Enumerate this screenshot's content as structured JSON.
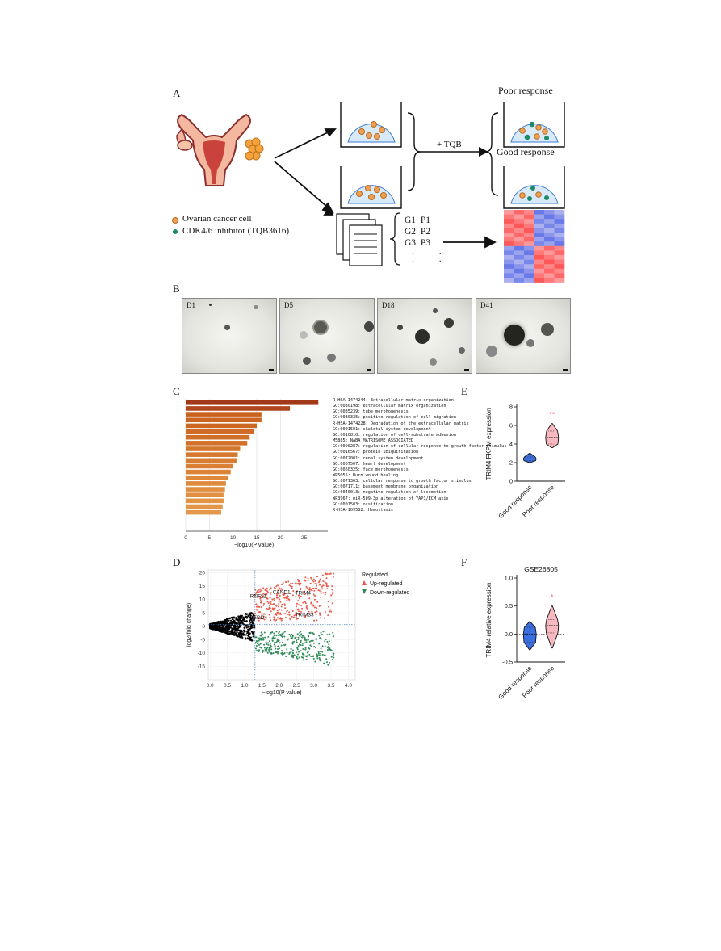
{
  "panels": {
    "a": {
      "label": "A",
      "poor_response": "Poor response",
      "good_response": "Good response",
      "treatment": "+ TQB",
      "legend_cell": "Ovarian cancer cell",
      "legend_inhibitor": "CDK4/6 inhibitor (TQB3616)",
      "gene_list": [
        {
          "g": "G1",
          "p": "P1"
        },
        {
          "g": "G2",
          "p": "P2"
        },
        {
          "g": "G3",
          "p": "P3"
        }
      ],
      "ellipsis": ". .",
      "colors": {
        "cell": "#f0a050",
        "inhibitor": "#1f8a6a",
        "up": "#e8404a",
        "down": "#4a5ad8"
      }
    },
    "b": {
      "label": "B",
      "days": [
        "D1",
        "D5",
        "D18",
        "D41"
      ]
    },
    "c": {
      "label": "C"
    },
    "d": {
      "label": "D"
    },
    "e": {
      "label": "E"
    },
    "f": {
      "label": "F"
    }
  },
  "chart_data": [
    {
      "id": "C",
      "type": "bar",
      "orientation": "horizontal",
      "xlabel": "−log10(P value)",
      "xlim": [
        0,
        30
      ],
      "xticks": [
        0,
        5,
        10,
        15,
        20,
        25
      ],
      "grid": true,
      "categories": [
        "R-HSA-1474244: Extracellular matrix organization",
        "GO:0030198: extracellular matrix organization",
        "GO:0035239: tube morphogenesis",
        "GO:0030335: positive regulation of cell migration",
        "R-HSA-1474228: Degradation of the extracellular matrix",
        "GO:0001501: skeletal system development",
        "GO:0010810: regulation of cell-substrate adhesion",
        "M5885: NABA MATRISOME ASSOCIATED",
        "GO:0090287: regulation of cellular response to growth factor stimulus",
        "GO:0016567: protein ubiquitination",
        "GO:0072001: renal system development",
        "GO:0007507: heart development",
        "GO:0060325: face morphogenesis",
        "WP5055: Burn wound healing",
        "GO:0071363: cellular response to growth factor stimulus",
        "GO:0071711: basement membrane organization",
        "GO:0040013: negative regulation of locomotion",
        "WP3967: miR-509-3p alteration of YAP1/ECM axis",
        "GO:0001503: ossification",
        "R-HSA-109582: Hemostasis"
      ],
      "values": [
        28,
        22,
        16,
        16,
        15,
        14.5,
        13.5,
        13,
        11.5,
        11,
        10.8,
        10,
        9.5,
        9,
        8.5,
        8.3,
        8,
        8,
        7.8,
        7.5
      ],
      "colors": [
        "#a23a1a",
        "#b0461d",
        "#c9621f",
        "#cc6522",
        "#cd6824",
        "#cf6b26",
        "#d06f28",
        "#d2722a",
        "#d4762c",
        "#d6792e",
        "#d87d31",
        "#da8034",
        "#dc8436",
        "#de8839",
        "#df8b3c",
        "#e08e3f",
        "#e19042",
        "#e29345",
        "#e39548",
        "#e4984b"
      ]
    },
    {
      "id": "E",
      "type": "violin",
      "ylabel": "TRIM4 FKPM expression",
      "ylim": [
        0,
        8
      ],
      "yticks": [
        0,
        2,
        4,
        6,
        8
      ],
      "categories": [
        "Good response",
        "Poor response"
      ],
      "series": [
        {
          "name": "Good response",
          "min": 2.0,
          "q1": 2.2,
          "median": 2.4,
          "q3": 2.6,
          "max": 3.0,
          "color": "#3b6fe0"
        },
        {
          "name": "Poor response",
          "min": 3.6,
          "q1": 4.0,
          "median": 4.7,
          "q3": 5.4,
          "max": 6.2,
          "color": "#f7b8bf"
        }
      ],
      "significance": "**"
    },
    {
      "id": "F",
      "type": "violin",
      "title": "GSE26805",
      "ylabel": "TRIM4 relative expression",
      "ylim": [
        -0.5,
        1.0
      ],
      "yticks": [
        -0.5,
        0.0,
        0.5,
        1.0
      ],
      "categories": [
        "Good response",
        "Poor response"
      ],
      "series": [
        {
          "name": "Good response",
          "min": -0.28,
          "q1": -0.15,
          "median": 0.0,
          "q3": 0.12,
          "max": 0.22,
          "color": "#3b6fe0"
        },
        {
          "name": "Poor response",
          "min": -0.25,
          "q1": 0.02,
          "median": 0.15,
          "q3": 0.26,
          "max": 0.5,
          "color": "#f7b8bf"
        }
      ],
      "significance": "*",
      "reference_line": 0.0
    },
    {
      "id": "D",
      "type": "scatter",
      "xlabel": "−log10(P value)",
      "ylabel": "log2(fold change)",
      "xlim": [
        -0.05,
        4.2
      ],
      "ylim": [
        -20,
        21
      ],
      "xticks": [
        0.0,
        0.5,
        1.0,
        1.5,
        2.0,
        2.5,
        3.0,
        3.5,
        4.0
      ],
      "yticks": [
        -15,
        -10,
        -5,
        0,
        5,
        10,
        15,
        20
      ],
      "thresholds": {
        "x": 1.3,
        "y": 0.58
      },
      "legend_title": "Regulated",
      "legend": [
        {
          "name": "Up-regulated",
          "color": "#e85a4a",
          "marker": "triangle-up"
        },
        {
          "name": "Down-regulated",
          "color": "#2e8b57",
          "marker": "triangle-down"
        }
      ],
      "labeled_genes": [
        {
          "name": "RNF11",
          "x": 1.3,
          "y": 10.0
        },
        {
          "name": "CAND1",
          "x": 1.95,
          "y": 11.5
        },
        {
          "name": "TRIM4",
          "x": 2.6,
          "y": 11.2
        },
        {
          "name": "NEDD4",
          "x": 1.28,
          "y": 2.0
        },
        {
          "name": "TRIM33",
          "x": 2.6,
          "y": 3.0
        }
      ],
      "grid": true
    }
  ]
}
